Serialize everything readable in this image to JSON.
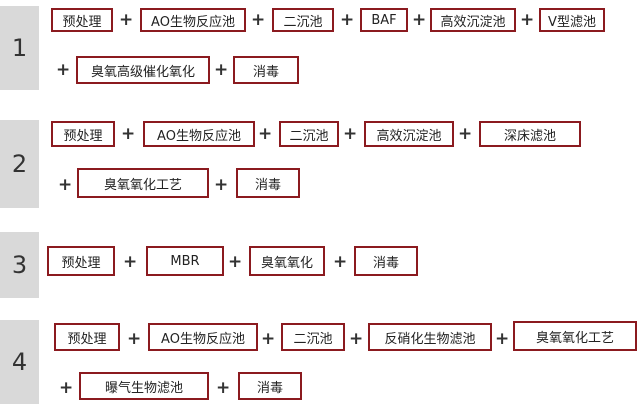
{
  "colors": {
    "box_border": "#8b1a1f",
    "number_band": "#d9d9d9",
    "text": "#222222"
  },
  "routes": [
    {
      "number": "1",
      "steps": [
        "预处理",
        "AO生物反应池",
        "二沉池",
        "BAF",
        "高效沉淀池",
        "V型滤池",
        "臭氧高级催化氧化",
        "消毒"
      ]
    },
    {
      "number": "2",
      "steps": [
        "预处理",
        "AO生物反应池",
        "二沉池",
        "高效沉淀池",
        "深床滤池",
        "臭氧氧化工艺",
        "消毒"
      ]
    },
    {
      "number": "3",
      "steps": [
        "预处理",
        "MBR",
        "臭氧氧化",
        "消毒"
      ]
    },
    {
      "number": "4",
      "steps": [
        "预处理",
        "AO生物反应池",
        "二沉池",
        "反硝化生物滤池",
        "臭氧氧化工艺",
        "曝气生物滤池",
        "消毒"
      ]
    }
  ]
}
